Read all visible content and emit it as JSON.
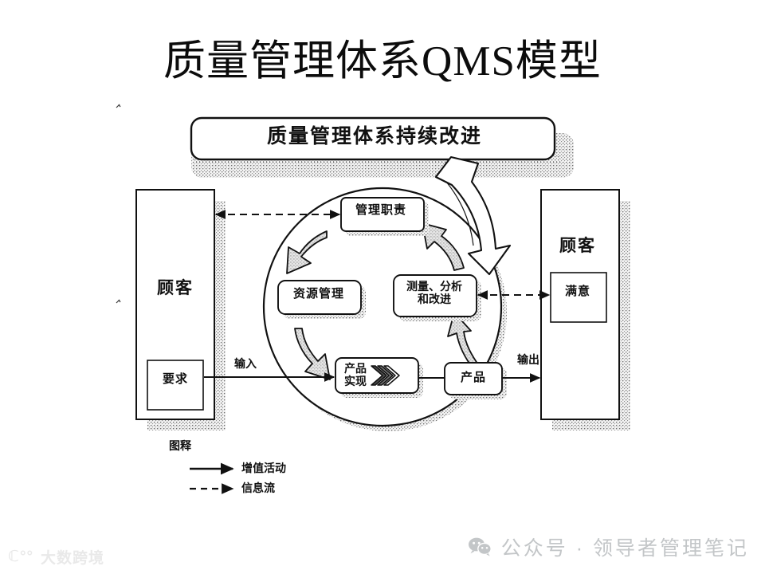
{
  "slide": {
    "title": "质量管理体系QMS模型",
    "background": "#ffffff"
  },
  "diagram": {
    "type": "process-model",
    "banner": {
      "label": "质量管理体系持续改进",
      "shape": "rounded-rect-with-shadow"
    },
    "customer_left": {
      "label": "顾客",
      "inner_box_label": "要求"
    },
    "customer_right": {
      "label": "顾客",
      "inner_box_label": "满意"
    },
    "cycle_nodes": [
      {
        "id": "management",
        "label": "管理职责",
        "position": "top"
      },
      {
        "id": "resources",
        "label": "资源管理",
        "position": "left"
      },
      {
        "id": "measurement",
        "label_line1": "测量、分析",
        "label_line2": "和改进",
        "position": "right"
      },
      {
        "id": "realization",
        "label_line1": "产品",
        "label_line2": "实现",
        "position": "bottom"
      }
    ],
    "product_box": {
      "label": "产品"
    },
    "flow_labels": {
      "input": "输入",
      "output": "输出"
    },
    "legend": {
      "title": "图释",
      "items": [
        {
          "line_style": "solid-arrow",
          "label": "增值活动"
        },
        {
          "line_style": "dashed-arrow",
          "label": "信息流"
        }
      ]
    },
    "colors": {
      "stroke": "#1a1a1a",
      "shadow": "#9a9a9a",
      "arrow_fill": "#d8d8d8",
      "paper": "#ffffff"
    }
  },
  "watermark": {
    "mark": "ℂ°°",
    "text": "大数跨境",
    "color": "#e9e9e9"
  },
  "footer": {
    "icon_name": "wechat-icon",
    "text": "公众号 · 领导者管理笔记",
    "color": "#c3c6c8"
  }
}
